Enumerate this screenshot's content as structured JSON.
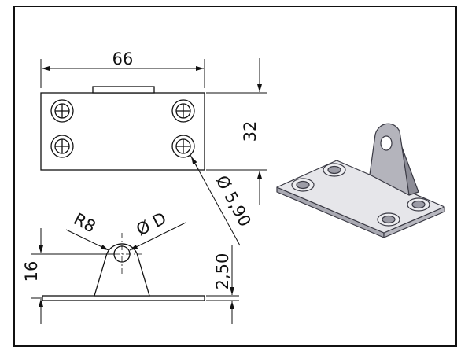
{
  "drawing": {
    "dimensions": {
      "width": "66",
      "height": "32",
      "hole_diameter": "Ø 5,90",
      "radius": "R8",
      "bore": "Ø D",
      "lug_height": "16",
      "thickness": "2,50"
    },
    "colors": {
      "frame": "#111111",
      "line": "#111111",
      "part_face": "#e6e6ea",
      "part_shade": "#a9a9b2",
      "part_edge": "#3a3a44"
    }
  }
}
